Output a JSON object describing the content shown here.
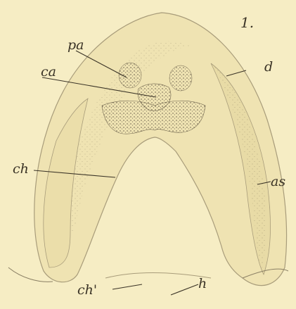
{
  "figure": {
    "number": "1.",
    "labels": {
      "pa": "pa",
      "ca": "ca",
      "d": "d",
      "ch": "ch",
      "as": "as",
      "ch_prime": "ch'",
      "h": "h"
    }
  },
  "colors": {
    "background": "#f6edc4",
    "tissue_fill": "#efe3b2",
    "tissue_outline": "#a89c7a",
    "stipple": "#5a5040",
    "ink": "#3a3326"
  }
}
